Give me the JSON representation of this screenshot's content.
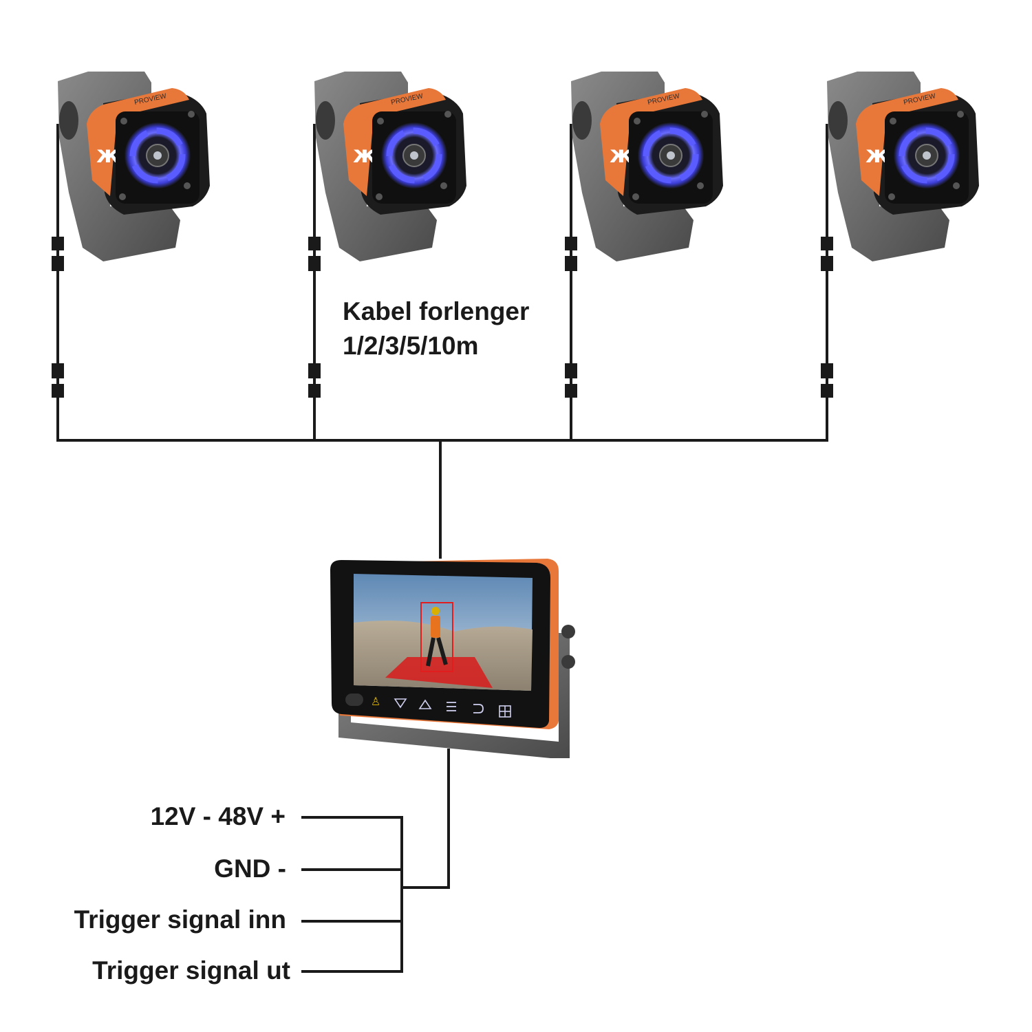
{
  "camera_brand": "PROVIEW",
  "extension_label": {
    "line1": "Kabel forlenger",
    "line2": "1/2/3/5/10m"
  },
  "power_wires": [
    {
      "label": "12V - 48V  +"
    },
    {
      "label": "GND  -"
    },
    {
      "label": "Trigger signal inn"
    },
    {
      "label": "Trigger signal ut"
    }
  ],
  "monitor": {
    "buttons": [
      "person-icon",
      "down-triangle-icon",
      "up-triangle-icon",
      "menu-icon",
      "back-arrow-icon",
      "grid-icon"
    ]
  },
  "colors": {
    "camera_orange": "#e8773a",
    "camera_body": "#1c1c1c",
    "bracket": "#6f6f6f",
    "ir_led": "#5b5cff",
    "wire": "#1a1a1a",
    "detection_box": "#e11d1d"
  }
}
